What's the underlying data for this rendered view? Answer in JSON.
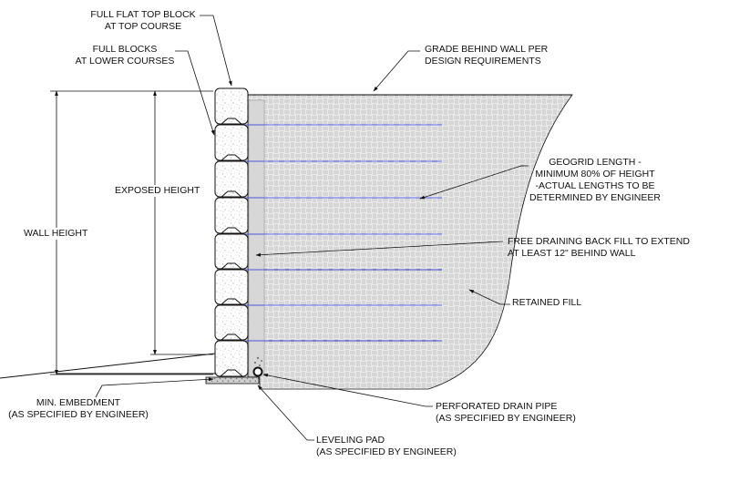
{
  "labels": {
    "top_block": {
      "line1": "FULL FLAT TOP BLOCK",
      "line2": "AT TOP COURSE"
    },
    "lower_blocks": {
      "line1": "FULL BLOCKS",
      "line2": "AT LOWER COURSES"
    },
    "grade": {
      "line1": "GRADE BEHIND WALL PER",
      "line2": "DESIGN REQUIREMENTS"
    },
    "geogrid": {
      "line1": "GEOGRID LENGTH -",
      "line2": "MINIMUM 80% OF HEIGHT",
      "line3": "-ACTUAL LENGTHS TO BE",
      "line4": "DETERMINED BY ENGINEER"
    },
    "exposed_height": "EXPOSED HEIGHT",
    "wall_height": "WALL HEIGHT",
    "backfill": {
      "line1": "FREE DRAINING BACK FILL TO EXTEND",
      "line2": "AT LEAST 12\" BEHIND WALL"
    },
    "retained_fill": "RETAINED FILL",
    "embedment": {
      "line1": "MIN. EMBEDMENT",
      "line2": "(AS SPECIFIED BY ENGINEER)"
    },
    "drain_pipe": {
      "line1": "PERFORATED DRAIN PIPE",
      "line2": "(AS SPECIFIED BY ENGINEER)"
    },
    "leveling_pad": {
      "line1": "LEVELING PAD",
      "line2": "(AS SPECIFIED BY ENGINEER)"
    }
  },
  "colors": {
    "line": "#111111",
    "geogrid": "#4a55d8",
    "fill_pattern": "#8a8a8a",
    "backfill": "#d6d6d6"
  }
}
